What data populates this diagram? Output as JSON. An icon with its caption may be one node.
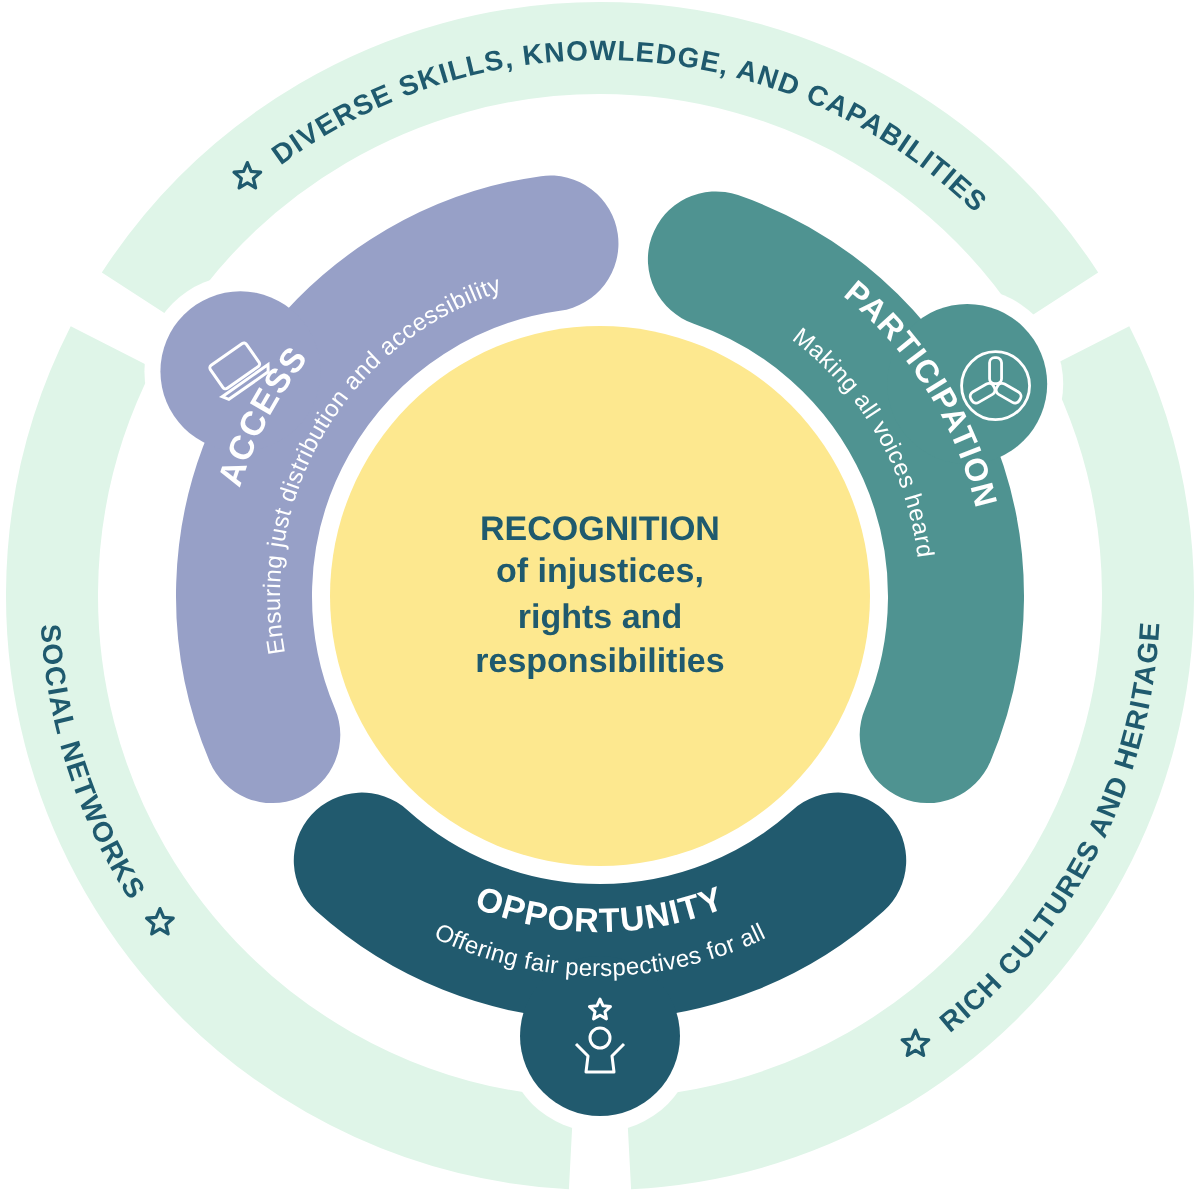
{
  "diagram": {
    "nodes": [
      {
        "text": [
          "RECOGNITION",
          "of injustices, rights and responsibilities"
        ]
      },
      {
        "text": [
          "ACCESS",
          "Ensuring just distribution and accessibility"
        ]
      },
      {
        "text": [
          "PARTICIPATION",
          "Making all voices heard"
        ]
      },
      {
        "text": [
          "OPPORTUNITY",
          "Offering fair perspectives for all"
        ]
      },
      {
        "text": [
          "DIVERSE SKILLS, KNOWLEDGE, AND CAPABILITIES"
        ]
      },
      {
        "text": [
          "RICH CULTURES AND HERITAGE"
        ]
      },
      {
        "text": [
          "SOCIAL NETWORKS"
        ]
      }
    ]
  }
}
